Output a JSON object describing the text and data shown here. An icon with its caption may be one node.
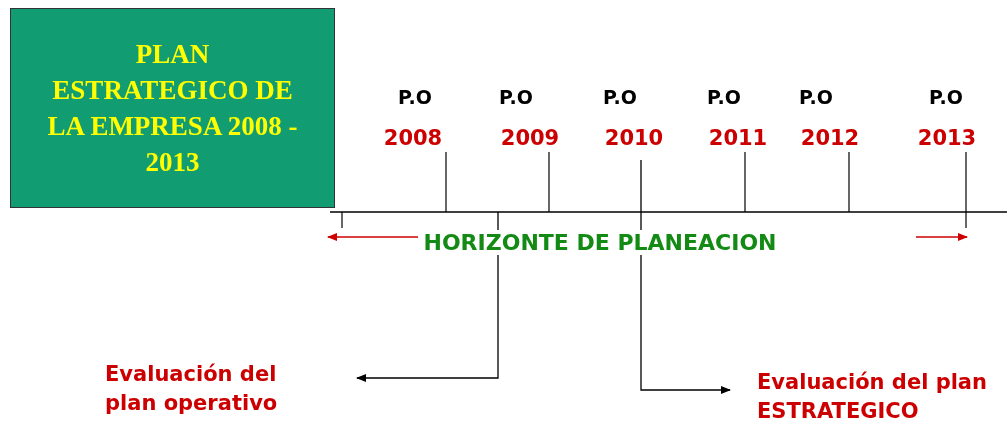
{
  "diagram": {
    "nodes": [
      {
        "text": [
          "PLAN ESTRATEGICO DE LA EMPRESA 2008 - 2013"
        ]
      },
      {
        "text": [
          "Evaluación del plan operativo"
        ]
      },
      {
        "text": [
          "Evaluación del plan ESTRATEGICO"
        ]
      }
    ],
    "edges": [
      {
        "from": null,
        "to": 1,
        "arrow": "to"
      },
      {
        "from": null,
        "to": 2,
        "arrow": "to"
      }
    ],
    "labels": [
      "P.O",
      "P.O",
      "P.O",
      "P.O",
      "P.O",
      "P.O",
      "2008",
      "2009",
      "2010",
      "2011",
      "2012",
      "2013",
      "HORIZONTE DE PLANEACION"
    ]
  }
}
